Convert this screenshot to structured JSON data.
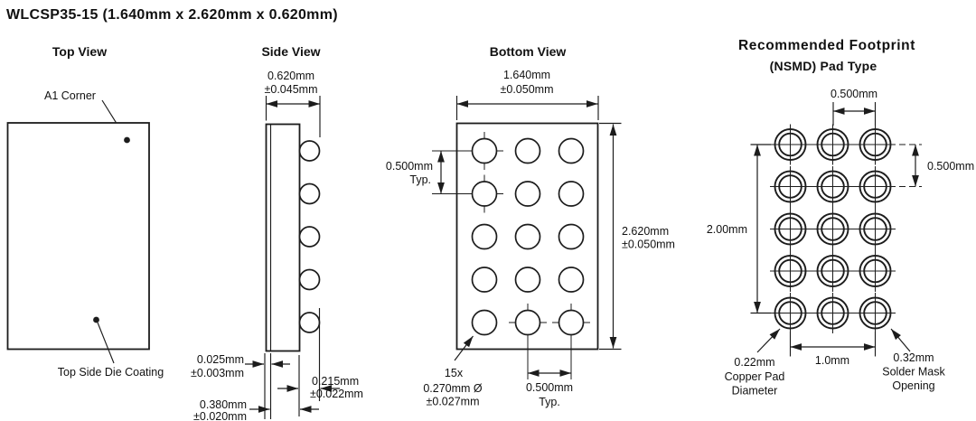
{
  "title": "WLCSP35-15  (1.640mm x 2.620mm x 0.620mm)",
  "top_view": {
    "title": "Top View",
    "a1_corner": "A1 Corner",
    "die_coating": "Top Side Die Coating"
  },
  "side_view": {
    "title": "Side View",
    "width": {
      "l1": "0.620mm",
      "l2": "±0.045mm"
    },
    "coating": {
      "l1": "0.025mm",
      "l2": "±0.003mm"
    },
    "die": {
      "l1": "0.380mm",
      "l2": "±0.020mm"
    },
    "ball": {
      "l1": "0.215mm",
      "l2": "±0.022mm"
    }
  },
  "bottom_view": {
    "title": "Bottom View",
    "width": {
      "l1": "1.640mm",
      "l2": "±0.050mm"
    },
    "pitch_v": {
      "l1": "0.500mm",
      "l2": "Typ."
    },
    "height": {
      "l1": "2.620mm",
      "l2": "±0.050mm"
    },
    "ball_spec": {
      "l1": "15x",
      "l2": "0.270mm Ø",
      "l3": "±0.027mm"
    },
    "pitch_h": {
      "l1": "0.500mm",
      "l2": "Typ."
    }
  },
  "footprint": {
    "title": "Recommended Footprint",
    "subtitle": "(NSMD) Pad Type",
    "pitch_top": "0.500mm",
    "pitch_right": "0.500mm",
    "height": "2.00mm",
    "width": "1.0mm",
    "copper_pad": {
      "l1": "0.22mm",
      "l2": "Copper Pad",
      "l3": "Diameter"
    },
    "solder_mask": {
      "l1": "0.32mm",
      "l2": "Solder Mask",
      "l3": "Opening"
    }
  },
  "colors": {
    "line": "#1c1c1c",
    "text": "#111111",
    "background": "#ffffff"
  }
}
